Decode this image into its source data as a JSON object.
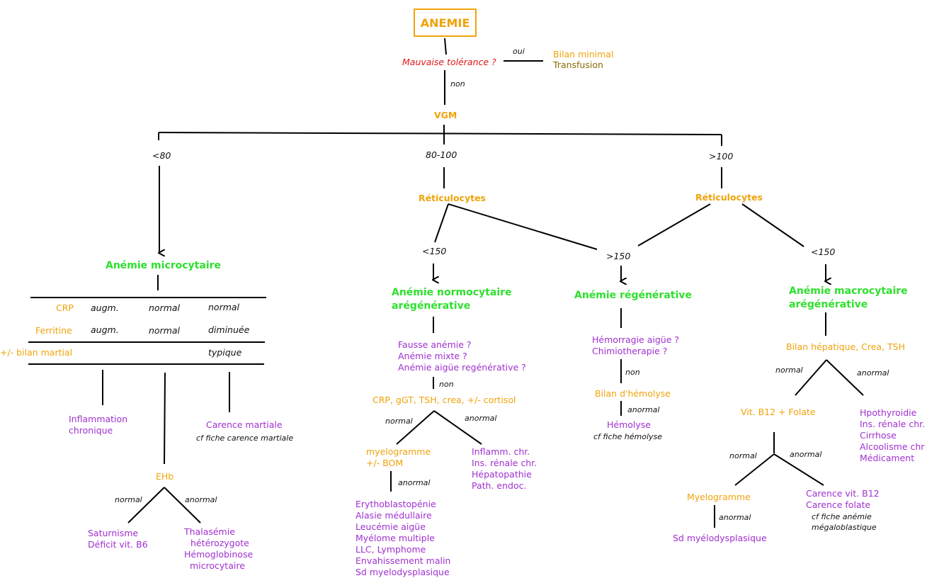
{
  "root": "ANEMIE",
  "tolerance": {
    "question": "Mauvaise tolérance ?",
    "yes": "oui",
    "yes_action_1": "Bilan minimal",
    "yes_action_2": "Transfusion",
    "no": "non"
  },
  "vgm": "VGM",
  "branches": {
    "lt80": "<80",
    "mid": "80-100",
    "gt100": ">100"
  },
  "micro": {
    "title": "Anémie microcytaire",
    "table": {
      "rows": [
        {
          "label": "CRP",
          "c1": "augm.",
          "c2": "normal",
          "c3": "normal"
        },
        {
          "label": "Ferritine",
          "c1": "augm.",
          "c2": "normal",
          "c3": "diminuée"
        },
        {
          "label": "+/- bilan martial",
          "c3": "typique"
        }
      ]
    },
    "inflammation": [
      "Inflammation",
      "chronique"
    ],
    "carence": "Carence martiale",
    "carence_ref": "cf fiche carence martiale",
    "ehb": "EHb",
    "ehb_normal": "normal",
    "ehb_anormal": "anormal",
    "normal_results": [
      "Saturnisme",
      "Déficit vit. B6"
    ],
    "anormal_results": [
      "Thalasémie",
      "hétérozygote",
      "Hémoglobinose",
      "microcytaire"
    ]
  },
  "reticulo_mid": "Réticulocytes",
  "reticulo_macro": "Réticulocytes",
  "normo": {
    "threshold": "<150",
    "title": [
      "Anémie normocytaire",
      "arégénérative"
    ],
    "questions": [
      "Fausse anémie ?",
      "Anémie mixte ?",
      "Anémie aigüe regénérative ?"
    ],
    "no": "non",
    "tests": "CRP, gGT, TSH, crea, +/- cortisol",
    "normal": "normal",
    "anormal": "anormal",
    "myelo": [
      "myelogramme",
      "+/- BOM"
    ],
    "anormal_results": [
      "Inflamm. chr.",
      "Ins. rénale chr.",
      "Hépatopathie",
      "Path. endoc."
    ],
    "myelo_anormal": "anormal",
    "myelo_results": [
      "Erythoblastopénie",
      "Alasie médullaire",
      "Leucémie aigüe",
      "Myélome multiple",
      "LLC, Lymphome",
      "Envahissement malin",
      "Sd myelodysplasique"
    ]
  },
  "regen": {
    "threshold": ">150",
    "title": "Anémie régénérative",
    "causes": [
      "Hémorragie aigüe ?",
      "Chimiotherapie ?"
    ],
    "no": "non",
    "bilan": "Bilan d'hémolyse",
    "anormal": "anormal",
    "result": "Hémolyse",
    "ref": "cf fiche hémolyse"
  },
  "macro": {
    "threshold": "<150",
    "title": [
      "Anémie macrocytaire",
      "arégénérative"
    ],
    "bilan": "Bilan hépatique, Crea, TSH",
    "normal": "normal",
    "anormal": "anormal",
    "vit": "Vit. B12 + Folate",
    "anormal_results": [
      "Hpothyroidie",
      "Ins. rénale chr.",
      "Cirrhose",
      "Alcoolisme chr",
      "Médicament"
    ],
    "vit_normal": "normal",
    "vit_anormal": "anormal",
    "myelo": "Myelogramme",
    "myelo_anormal": "anormal",
    "myelo_result": "Sd myélodysplasique",
    "carences": [
      "Carence vit. B12",
      "Carence folate"
    ],
    "carence_ref": [
      "cf fiche anémie",
      "mégaloblastique"
    ]
  }
}
